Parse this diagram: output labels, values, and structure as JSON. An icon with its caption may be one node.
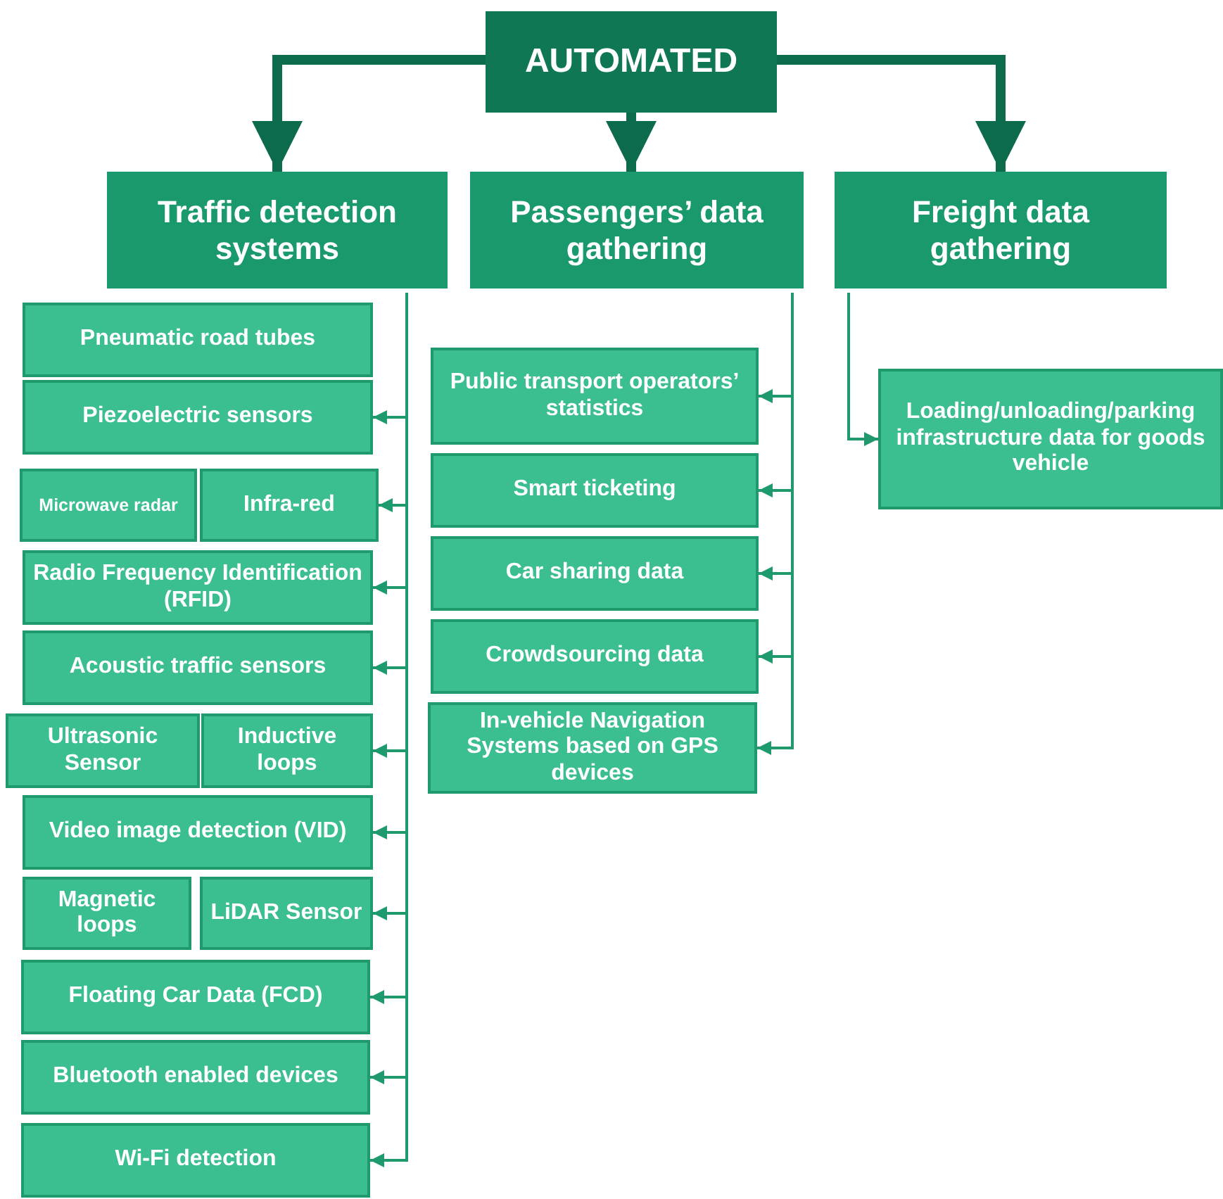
{
  "diagram": {
    "nodes": [
      {
        "text": [
          "AUTOMATED"
        ]
      },
      {
        "text": [
          "Traffic detection systems"
        ]
      },
      {
        "text": [
          "Passengers’ data gathering"
        ]
      },
      {
        "text": [
          "Freight data gathering"
        ]
      },
      {
        "text": [
          "Pneumatic road tubes"
        ]
      },
      {
        "text": [
          "Piezoelectric sensors"
        ]
      },
      {
        "text": [
          "Microwave radar"
        ]
      },
      {
        "text": [
          "Infra-red"
        ]
      },
      {
        "text": [
          "Radio Frequency Identification (RFID)"
        ]
      },
      {
        "text": [
          "Acoustic traffic sensors"
        ]
      },
      {
        "text": [
          "Ultrasonic Sensor"
        ]
      },
      {
        "text": [
          "Inductive loops"
        ]
      },
      {
        "text": [
          "Video image detection (VID)"
        ]
      },
      {
        "text": [
          "Magnetic loops"
        ]
      },
      {
        "text": [
          "LiDAR Sensor"
        ]
      },
      {
        "text": [
          "Floating Car Data (FCD)"
        ]
      },
      {
        "text": [
          "Bluetooth enabled devices"
        ]
      },
      {
        "text": [
          "Wi-Fi detection"
        ]
      },
      {
        "text": [
          "Public transport operators’ statistics"
        ]
      },
      {
        "text": [
          "Smart ticketing"
        ]
      },
      {
        "text": [
          "Car sharing data"
        ]
      },
      {
        "text": [
          "Crowdsourcing data"
        ]
      },
      {
        "text": [
          "In-vehicle Navigation Systems based on GPS devices"
        ]
      },
      {
        "text": [
          "Loading/unloading/parking infrastructure data for goods vehicle"
        ]
      }
    ],
    "edges": [
      {
        "from": 0,
        "to": 1,
        "arrow": "to",
        "style": "thick",
        "color": "#0c6b4c"
      },
      {
        "from": 0,
        "to": 2,
        "arrow": "to",
        "style": "thick",
        "color": "#0c6b4c"
      },
      {
        "from": 0,
        "to": 3,
        "arrow": "to",
        "style": "thick",
        "color": "#0c6b4c"
      },
      {
        "from": 1,
        "to": 5,
        "arrow": "to"
      },
      {
        "from": 1,
        "to": 7,
        "arrow": "to"
      },
      {
        "from": 1,
        "to": 8,
        "arrow": "to"
      },
      {
        "from": 1,
        "to": 9,
        "arrow": "to"
      },
      {
        "from": 1,
        "to": 11,
        "arrow": "to"
      },
      {
        "from": 1,
        "to": 12,
        "arrow": "to"
      },
      {
        "from": 1,
        "to": 14,
        "arrow": "to"
      },
      {
        "from": 1,
        "to": 15,
        "arrow": "to"
      },
      {
        "from": 1,
        "to": 16,
        "arrow": "to"
      },
      {
        "from": 1,
        "to": 17,
        "arrow": "to"
      },
      {
        "from": 2,
        "to": 18,
        "arrow": "to"
      },
      {
        "from": 2,
        "to": 19,
        "arrow": "to"
      },
      {
        "from": 2,
        "to": 20,
        "arrow": "to"
      },
      {
        "from": 2,
        "to": 21,
        "arrow": "to"
      },
      {
        "from": 2,
        "to": 22,
        "arrow": "to"
      },
      {
        "from": 3,
        "to": 23,
        "arrow": "to"
      }
    ]
  }
}
